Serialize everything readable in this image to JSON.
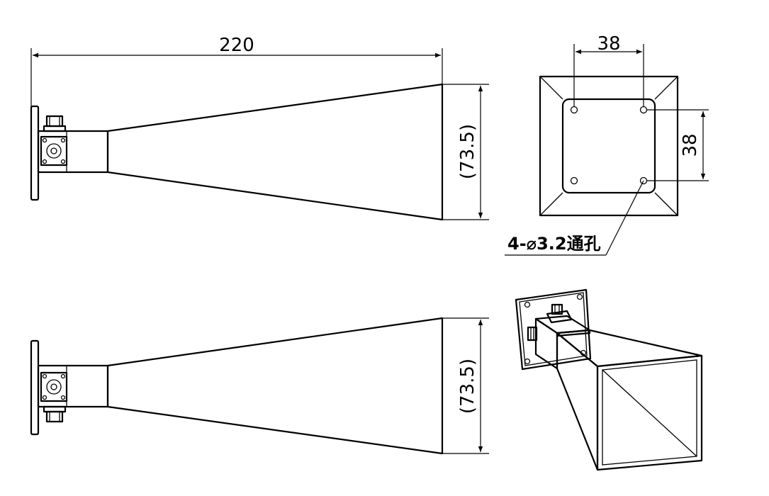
{
  "colors": {
    "line": "#000000",
    "background": "#ffffff"
  },
  "dimensions": {
    "overall_length": "220",
    "aperture_height_top": "(73.5)",
    "aperture_height_bottom": "(73.5)",
    "flange_hole_spacing_horizontal": "38",
    "flange_hole_spacing_vertical": "38"
  },
  "notes": {
    "hole_callout": "4-⌀3.2通孔"
  }
}
